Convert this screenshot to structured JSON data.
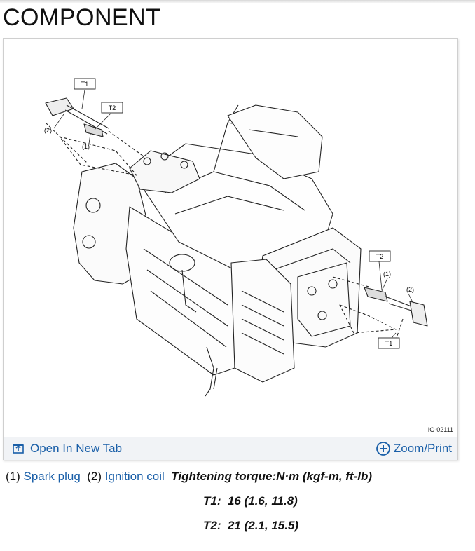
{
  "page": {
    "title": "COMPONENT"
  },
  "figure": {
    "id": "IG-02111",
    "callouts": {
      "t1": "T1",
      "t2": "T2",
      "n1": "(1)",
      "n2": "(2)"
    }
  },
  "toolbar": {
    "open_tab_label": "Open In New Tab",
    "zoom_label": "Zoom/Print"
  },
  "legend": {
    "item1_num": "(1)",
    "item1_label": "Spark plug",
    "item2_num": "(2)",
    "item2_label": "Ignition coil",
    "torque_heading": "Tightening torque:N·m (kgf-m, ft-lb)"
  },
  "torque": [
    {
      "label": "T1:",
      "value": "16 (1.6, 11.8)"
    },
    {
      "label": "T2:",
      "value": "21 (2.1, 15.5)"
    }
  ],
  "colors": {
    "link": "#1a5fa8",
    "toolbar_bg": "#f1f3f6"
  }
}
